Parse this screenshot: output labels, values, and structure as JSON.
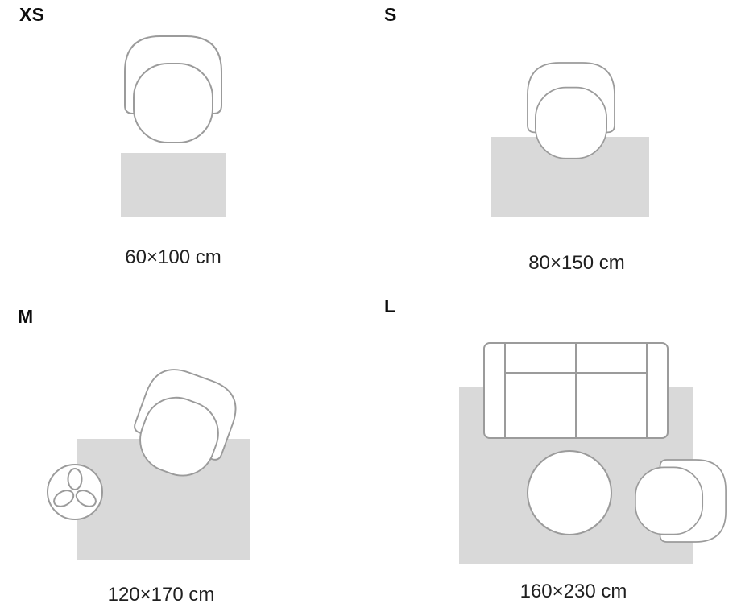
{
  "page": {
    "background": "#ffffff",
    "description": "Rug size guide with top-view furniture diagrams"
  },
  "colors": {
    "rug_fill": "#d9d9d9",
    "furniture_stroke": "#9b9b9b",
    "furniture_fill": "#ffffff",
    "size_label_color": "#0d0d0d",
    "dimension_text_color": "#1f1f1f"
  },
  "sizes": [
    {
      "label": "XS",
      "dimensions": "60×100 cm",
      "icons": [
        "armchair-top-view-icon",
        "rug-rectangle"
      ]
    },
    {
      "label": "S",
      "dimensions": "80×150 cm",
      "icons": [
        "armchair-top-view-icon",
        "rug-rectangle"
      ]
    },
    {
      "label": "M",
      "dimensions": "120×170 cm",
      "icons": [
        "armchair-top-view-icon",
        "potted-plant-top-view-icon",
        "rug-rectangle"
      ]
    },
    {
      "label": "L",
      "dimensions": "160×230 cm",
      "icons": [
        "sofa-top-view-icon",
        "round-table-top-view-icon",
        "armchair-top-view-icon",
        "rug-rectangle"
      ]
    }
  ]
}
